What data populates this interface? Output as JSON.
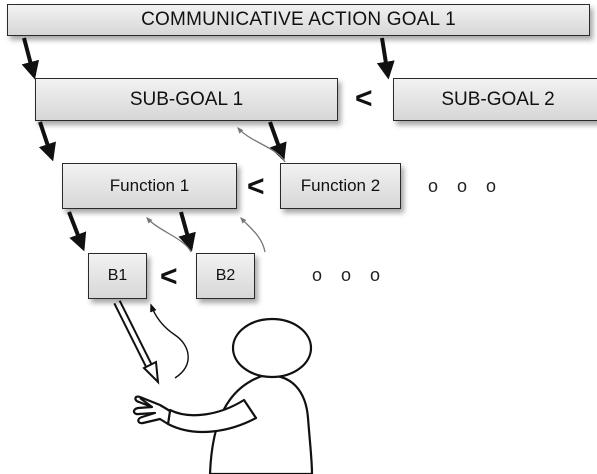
{
  "goal": {
    "label": "COMMUNICATIVE ACTION GOAL 1"
  },
  "subgoals": [
    {
      "label": "SUB-GOAL 1"
    },
    {
      "label": "SUB-GOAL 2"
    }
  ],
  "functions": [
    {
      "label": "Function 1"
    },
    {
      "label": "Function 2"
    }
  ],
  "behaviours": [
    {
      "label": "B1"
    },
    {
      "label": "B2"
    }
  ],
  "ordering_symbol": "<",
  "continuation": "o o o"
}
